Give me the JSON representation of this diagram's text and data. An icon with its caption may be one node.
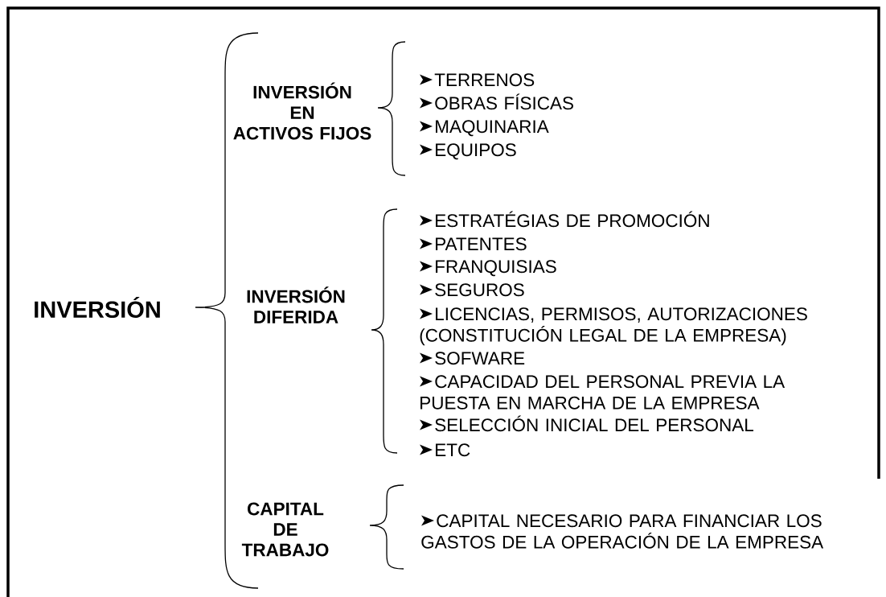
{
  "diagram": {
    "labels": [
      "INVERSIÓN",
      "INVERSIÓN EN ACTIVOS FIJOS",
      "TERRENOS",
      "OBRAS FÍSICAS",
      "MAQUINARIA",
      "EQUIPOS",
      "INVERSIÓN DIFERIDA",
      "ESTRATÉGIAS DE PROMOCIÓN",
      "PATENTES",
      "FRANQUISIAS",
      "SEGUROS",
      "LICENCIAS, PERMISOS, AUTORIZACIONES (CONSTITUCIÓN LEGAL DE LA EMPRESA)",
      "SOFWARE",
      "CAPACIDAD DEL PERSONAL PREVIA LA PUESTA EN MARCHA DE LA EMPRESA",
      "SELECCIÓN INICIAL DEL PERSONAL",
      "ETC",
      "CAPITAL DE TRABAJO",
      "CAPITAL NECESARIO PARA FINANCIAR LOS GASTOS DE LA OPERACIÓN DE LA EMPRESA"
    ]
  }
}
